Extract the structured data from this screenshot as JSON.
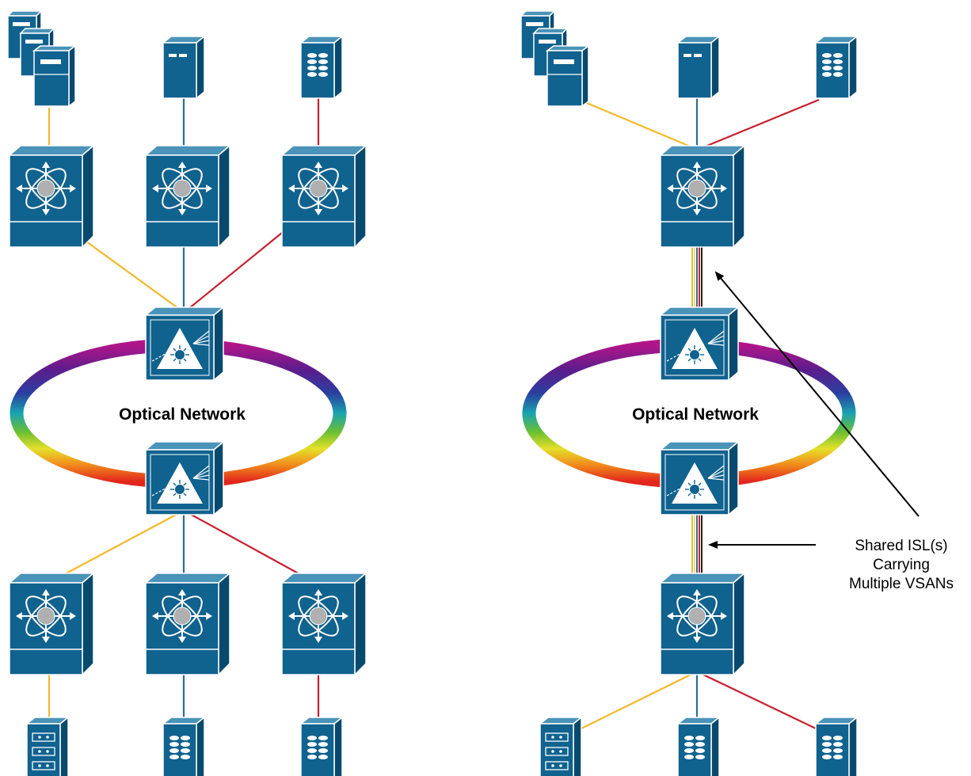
{
  "left_panel": {
    "ring_label": "Optical Network"
  },
  "right_panel": {
    "ring_label": "Optical Network",
    "callout": {
      "lines": [
        "Shared ISL(s)",
        "Carrying",
        "Multiple VSANs"
      ]
    }
  },
  "link_colors": {
    "yellow": "#f5b82a",
    "blue": "#2e6d8e",
    "red": "#c8202f"
  },
  "device_colors": {
    "front": "#10628f",
    "top": "#4a93b9",
    "side": "#074a6e"
  },
  "icons": {
    "server_stack": "server-stack-icon",
    "server": "server-icon",
    "storage": "storage-array-icon",
    "switch": "fabric-switch-icon",
    "optical": "optical-node-icon"
  }
}
